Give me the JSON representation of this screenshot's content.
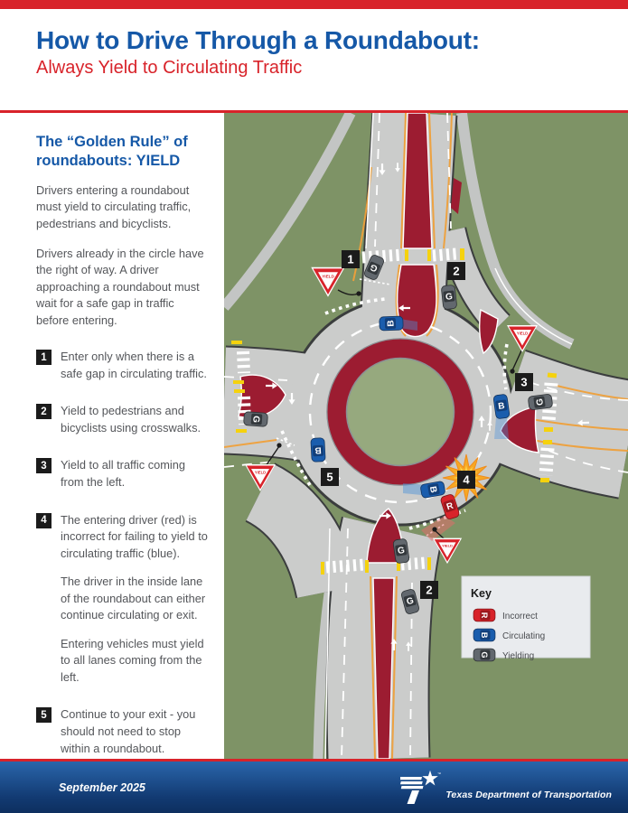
{
  "header": {
    "title": "How to Drive Through a Roundabout:",
    "subtitle": "Always Yield to Circulating Traffic"
  },
  "sidebar": {
    "heading": "The “Golden Rule” of roundabouts: YIELD",
    "paragraphs": [
      "Drivers entering a roundabout must yield to circulating traffic, pedestrians and bicyclists.",
      "Drivers already in the circle have the right of way. A driver approaching a roundabout must wait for a safe gap in traffic before entering."
    ],
    "steps": [
      {
        "num": "1",
        "text": "Enter only when there is a safe gap in circulating traffic."
      },
      {
        "num": "2",
        "text": "Yield to pedestrians and bicyclists using crosswalks."
      },
      {
        "num": "3",
        "text": "Yield to all traffic coming from the left."
      },
      {
        "num": "4",
        "text": "The entering driver (red) is incorrect for failing to yield to circulating traffic (blue).",
        "extras": [
          "The driver in the inside lane of the roundabout can either continue circulating or exit.",
          "Entering vehicles must yield to all lanes coming from the left."
        ]
      },
      {
        "num": "5",
        "text": "Continue to your exit - you should not need to stop within a roundabout."
      }
    ]
  },
  "diagram": {
    "yield_text": "YIELD",
    "markers": {
      "m1": "1",
      "m2_north": "2",
      "m3": "3",
      "m4": "4",
      "m5": "5",
      "m2_south": "2"
    },
    "letters": {
      "incorrect": "R",
      "circulating": "B",
      "yielding": "G"
    },
    "key": {
      "title": "Key",
      "items": [
        {
          "label": "Incorrect"
        },
        {
          "label": "Circulating"
        },
        {
          "label": "Yielding"
        }
      ]
    },
    "colors": {
      "incorrect_car": "#d8232a",
      "circulating_car": "#1a5dad",
      "yielding_car": "#62686e",
      "island_maroon": "#9c1c31",
      "grass_green": "#7e9366",
      "road_gray": "#cbcccb"
    }
  },
  "footer": {
    "date": "September 2025",
    "org": "Texas Department of Transportation",
    "tm": "™"
  }
}
